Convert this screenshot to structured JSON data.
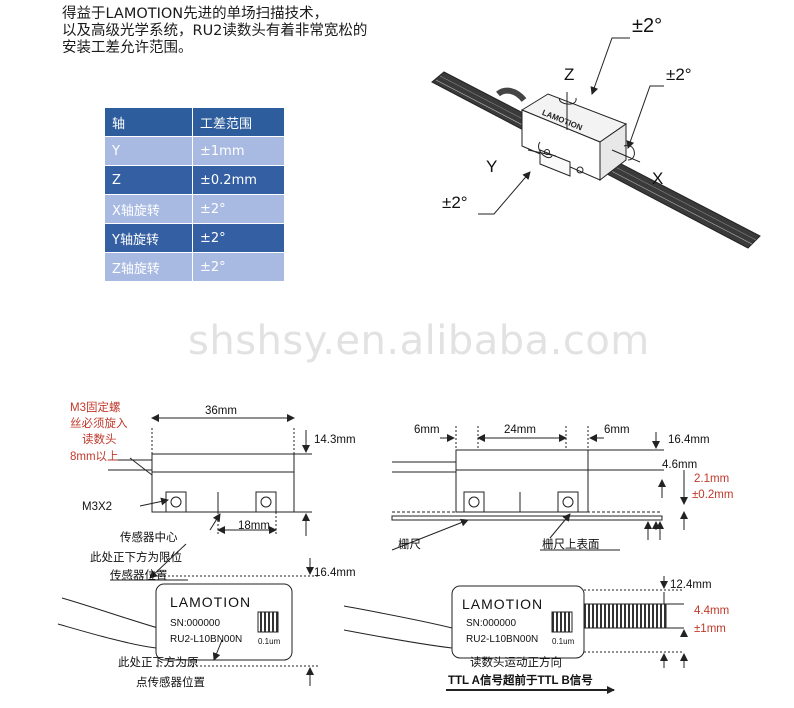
{
  "intro": {
    "line1": "得益于LAMOTION先进的单场扫描技术，",
    "line2": "以及高级光学系统，RU2读数头有着非常宽松的",
    "line3": "安装工差允许范围。"
  },
  "tolerance_table": {
    "headers": [
      "轴",
      "工差范围"
    ],
    "rows": [
      {
        "axis": "Y",
        "range": "±1mm"
      },
      {
        "axis": "Z",
        "range": "±0.2mm"
      },
      {
        "axis": "X轴旋转",
        "range": "±2°"
      },
      {
        "axis": "Y轴旋转",
        "range": "±2°"
      },
      {
        "axis": "Z轴旋转",
        "range": "±2°"
      }
    ]
  },
  "iso_view": {
    "label_z": "Z",
    "label_y": "Y",
    "label_x": "X",
    "rot_top": "±2°",
    "rot_right": "±2°",
    "rot_left": "±2°",
    "brand": "LAMOTION"
  },
  "watermark": "shshsy.en.alibaba.com",
  "side_view_left": {
    "note_red": [
      "M3固定螺",
      "丝必须旋入",
      "读数头",
      "8mm以上"
    ],
    "width": "36mm",
    "height": "14.3mm",
    "screw": "M3X2",
    "offset": "18mm",
    "center_label": "传感器中心",
    "limit_label_1": "此处正下方为限位",
    "limit_label_2": "传感器位置"
  },
  "side_view_right": {
    "dim_left": "6mm",
    "dim_mid": "24mm",
    "dim_right": "6mm",
    "height": "16.4mm",
    "gap": "4.6mm",
    "gap_red_1": "2.1mm",
    "gap_red_2": "±0.2mm",
    "scale_label": "栅尺",
    "scale_surface": "栅尺上表面"
  },
  "top_view_left": {
    "height": "16.4mm",
    "brand": "LAMOTION",
    "sn": "SN:000000",
    "model": "RU2-L10BN00N",
    "res": "0.1um",
    "origin_1": "此处正下方为原",
    "origin_2": "点传感器位置"
  },
  "top_view_right": {
    "brand": "LAMOTION",
    "sn": "SN:000000",
    "model": "RU2-L10BN00N",
    "res": "0.1um",
    "dim_top": "12.4mm",
    "dim_red_1": "4.4mm",
    "dim_red_2": "±1mm",
    "motion": "读数头运动正方向",
    "signal": "TTL A信号超前于TTL B信号"
  }
}
